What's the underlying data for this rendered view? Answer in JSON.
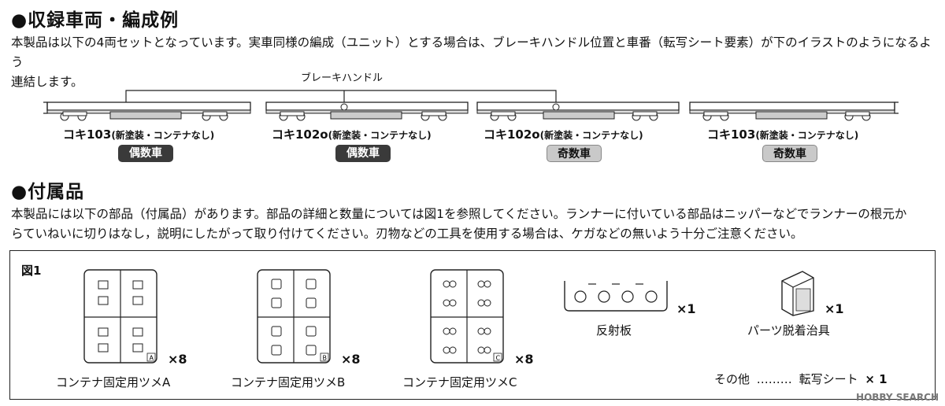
{
  "section1": {
    "heading": "●収録車両・編成例",
    "text_line1": "本製品は以下の4両セットとなっています。実車同様の編成（ユニット）とする場合は、ブレーキハンドル位置と車番（転写シート要素）が下のイラストのようになるよう",
    "text_line2": "連結します。",
    "brake_label": "ブレーキハンドル",
    "cars": [
      {
        "number": "コキ103",
        "note": "(新塗装・コンテナなし)",
        "badge": "偶数車"
      },
      {
        "number": "コキ102o",
        "note": "(新塗装・コンテナなし)",
        "badge": "偶数車"
      },
      {
        "number": "コキ102o",
        "note": "(新塗装・コンテナなし)",
        "badge": "奇数車"
      },
      {
        "number": "コキ103",
        "note": "(新塗装・コンテナなし)",
        "badge": "奇数車"
      }
    ]
  },
  "section2": {
    "heading": "●付属品",
    "text_line1": "本製品には以下の部品（付属品）があります。部品の詳細と数量については図1を参照してください。ランナーに付いている部品はニッパーなどでランナーの根元か",
    "text_line2": "らていねいに切りはなし，説明にしたがって取り付けてください。刃物などの工具を使用する場合は、ケガなどの無いよう十分ご注意ください。"
  },
  "figure": {
    "title": "図1",
    "parts": [
      {
        "label": "コンテナ固定用ツメA",
        "qty": "×8",
        "tag": "A"
      },
      {
        "label": "コンテナ固定用ツメB",
        "qty": "×8",
        "tag": "B"
      },
      {
        "label": "コンテナ固定用ツメC",
        "qty": "×8",
        "tag": "C"
      },
      {
        "label": "反射板",
        "qty": "×1"
      },
      {
        "label": "パーツ脱着治具",
        "qty": "×1"
      }
    ],
    "other_label": "その他",
    "other_dots": "………",
    "other_item": "転写シート",
    "other_qty": "× 1"
  },
  "watermark": "HOBBY SEARCH"
}
